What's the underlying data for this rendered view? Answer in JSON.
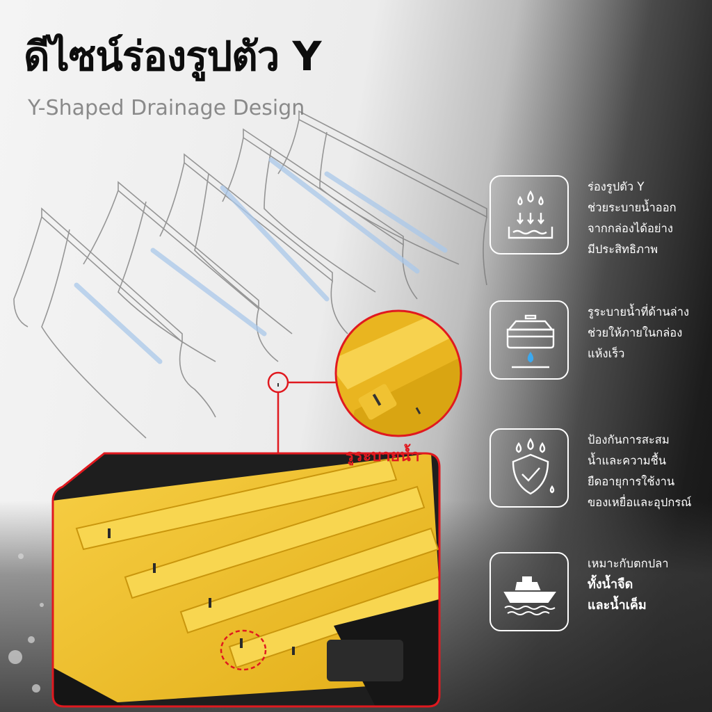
{
  "heading": {
    "title": "ดีไซน์ร่องรูปตัว Y",
    "subtitle": "Y-Shaped Drainage Design"
  },
  "callout": {
    "label": "รูระบายน้ำ"
  },
  "features": [
    {
      "icon": "water-drainage-icon",
      "lines": [
        "ร่องรูปตัว Y",
        "ช่วยระบายน้ำออก",
        "จากกล่องได้อย่าง",
        "มีประสิทธิภาพ"
      ]
    },
    {
      "icon": "bottom-drain-box-icon",
      "lines": [
        "รูระบายน้ำที่ด้านล่าง",
        "ช่วยให้ภายในกล่อง",
        "แห้งเร็ว"
      ]
    },
    {
      "icon": "moisture-shield-icon",
      "lines": [
        "ป้องกันการสะสม",
        "น้ำและความชื้น",
        "ยืดอายุการใช้งาน",
        "ของเหยื่อและอุปกรณ์"
      ]
    },
    {
      "icon": "boat-on-water-icon",
      "lines": [
        "เหมาะกับตกปลา",
        "ทั้งน้ำจืด",
        "และน้ำเค็ม"
      ]
    }
  ],
  "colors": {
    "accent_red": "#e0191f",
    "tray_yellow": "#f2c230",
    "title_black": "#0d0d0d",
    "subtitle_gray": "#8a8a8a",
    "icon_white": "#ffffff"
  }
}
